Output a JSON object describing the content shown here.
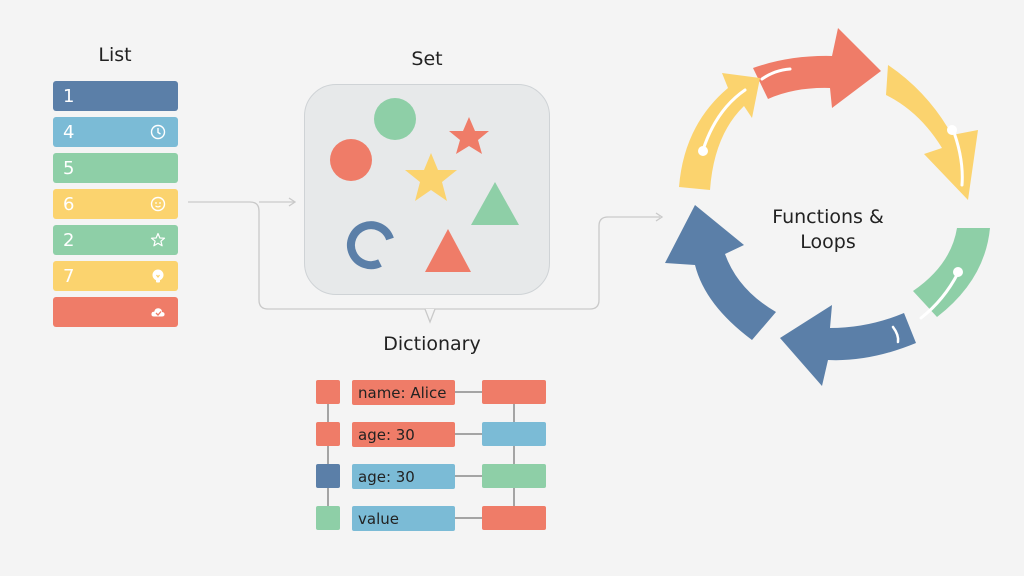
{
  "colors": {
    "blue": "#5b7fa8",
    "light_blue": "#7bbbd6",
    "green": "#8ecfa7",
    "yellow": "#fbd36e",
    "red": "#ef7c68",
    "connector": "#c9c9c9"
  },
  "list": {
    "title": "List",
    "items": [
      {
        "label": "1",
        "color": "#5b7fa8",
        "icon": ""
      },
      {
        "label": "4",
        "color": "#7bbbd6",
        "icon": "clock-icon"
      },
      {
        "label": "5",
        "color": "#8ecfa7",
        "icon": ""
      },
      {
        "label": "6",
        "color": "#fbd36e",
        "icon": "smiley-icon"
      },
      {
        "label": "2",
        "color": "#8ecfa7",
        "icon": "star-icon"
      },
      {
        "label": "7",
        "color": "#fbd36e",
        "icon": "lightbulb-icon"
      },
      {
        "label": "",
        "color": "#ef7c68",
        "icon": "cloud-icon"
      }
    ]
  },
  "set": {
    "title": "Set",
    "shapes": [
      "green-circle",
      "red-star",
      "red-circle",
      "yellow-star",
      "green-triangle",
      "blue-ring",
      "red-triangle"
    ]
  },
  "dictionary": {
    "title": "Dictionary",
    "rows": [
      {
        "key": "name: Alice",
        "small_color": "#ef7c68",
        "key_color": "#ef7c68",
        "value_color": "#ef7c68"
      },
      {
        "key": "age: 30",
        "small_color": "#ef7c68",
        "key_color": "#ef7c68",
        "value_color": "#7bbbd6"
      },
      {
        "key": "age: 30",
        "small_color": "#5b7fa8",
        "key_color": "#7bbbd6",
        "value_color": "#8ecfa7"
      },
      {
        "key": "value",
        "small_color": "#8ecfa7",
        "key_color": "#7bbbd6",
        "value_color": "#ef7c68"
      }
    ]
  },
  "cycle": {
    "label_line1": "Functions &",
    "label_line2": "Loops",
    "arrow_colors": [
      "#ef7c68",
      "#fbd36e",
      "#8ecfa7",
      "#5b7fa8",
      "#5b7fa8",
      "#fbd36e"
    ]
  }
}
